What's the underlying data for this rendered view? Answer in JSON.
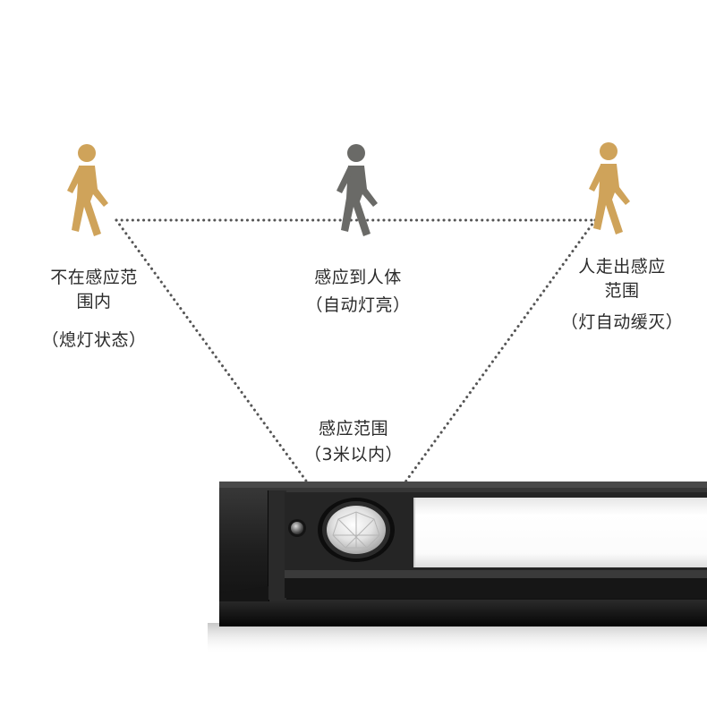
{
  "colors": {
    "person_off": "#cfa35a",
    "person_on": "#6a6a67",
    "dots": "#555555",
    "housing": "#1c1c1c",
    "diffuser": "#f4f4f4"
  },
  "persons": {
    "left": {
      "icon": "walking-person-icon",
      "line1": "不在感应范",
      "line2": "围内",
      "sub": "（熄灯状态）"
    },
    "middle": {
      "icon": "walking-person-icon",
      "line1": "感应到人体",
      "sub": "（自动灯亮）"
    },
    "right": {
      "icon": "walking-person-icon",
      "line1": "人走出感应",
      "line2": "范围",
      "sub": "（灯自动缓灭）"
    }
  },
  "sensor_range": {
    "line1": "感应范围",
    "sub": "（3米以内）"
  }
}
